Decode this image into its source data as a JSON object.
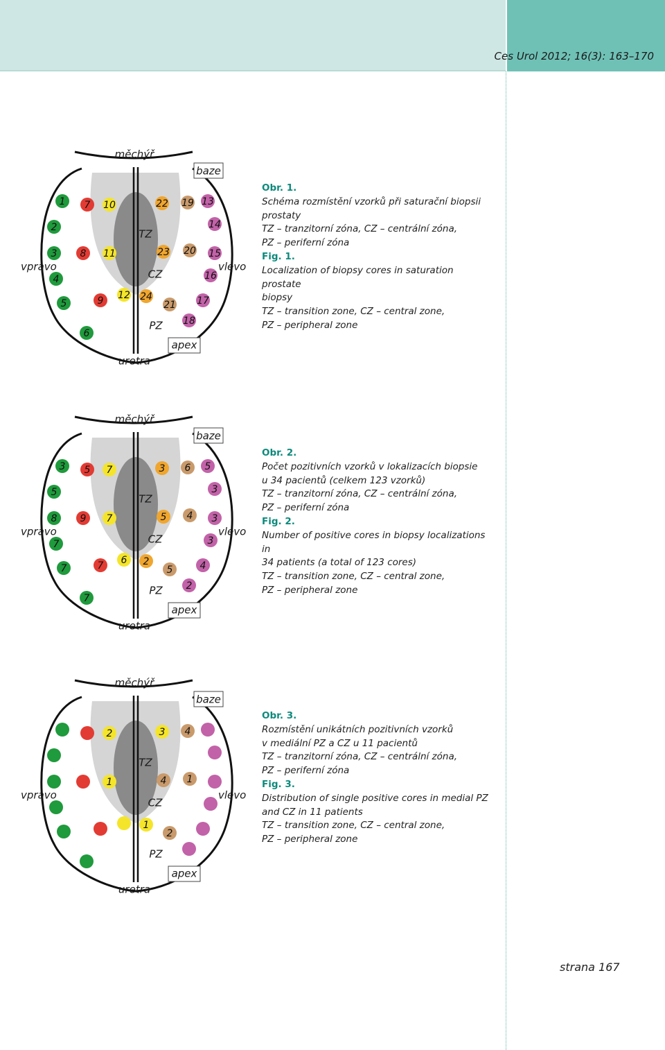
{
  "header": {
    "journal": "Ces Urol 2012; 16(3): 163–170"
  },
  "colors": {
    "green": "#1f9a3c",
    "red": "#e23b33",
    "yellow": "#f5e52a",
    "orange": "#f0a62e",
    "tan": "#c99a6b",
    "pink": "#c262a8",
    "teal": "#0d8a7c"
  },
  "labels": {
    "bladder": "měchýř",
    "base": "baze",
    "right": "vpravo",
    "left": "vlevo",
    "apex": "apex",
    "urethra": "uretra",
    "tz": "TZ",
    "cz": "CZ",
    "pz": "PZ"
  },
  "figures": [
    {
      "title_cz": "Obr. 1.",
      "text_cz": [
        "Schéma rozmístění vzorků při saturační biopsii",
        "prostaty",
        "TZ – tranzitorní zóna, CZ – centrální zóna,",
        "PZ – periferní zóna"
      ],
      "title_en": "Fig. 1.",
      "text_en": [
        "Localization of biopsy cores in saturation prostate",
        "biopsy",
        "TZ – transition zone, CZ – central zone,",
        "PZ – peripheral zone"
      ],
      "dots": [
        "1",
        "2",
        "3",
        "4",
        "5",
        "6",
        "7",
        "8",
        "9",
        "10",
        "11",
        "12",
        "22",
        "23",
        "24",
        "19",
        "20",
        "21",
        "13",
        "14",
        "15",
        "16",
        "17",
        "18"
      ]
    },
    {
      "title_cz": "Obr. 2.",
      "text_cz": [
        "Počet pozitivních vzorků v lokalizacích biopsie",
        "u 34 pacientů (celkem 123 vzorků)",
        "TZ – tranzitorní zóna, CZ – centrální zóna,",
        "PZ – periferní zóna"
      ],
      "title_en": "Fig. 2.",
      "text_en": [
        "Number of positive cores in biopsy localizations in",
        "34 patients (a total of 123 cores)",
        "TZ – transition zone, CZ – central zone,",
        "PZ – peripheral zone"
      ],
      "dots": [
        "3",
        "5",
        "8",
        "7",
        "7",
        "7",
        "5",
        "9",
        "7",
        "7",
        "7",
        "6",
        "3",
        "5",
        "2",
        "6",
        "4",
        "5",
        "5",
        "3",
        "3",
        "3",
        "4",
        "2"
      ]
    },
    {
      "title_cz": "Obr. 3.",
      "text_cz": [
        "Rozmístění unikátních pozitivních vzorků",
        "v mediální PZ a CZ u 11 pacientů",
        "TZ – tranzitorní zóna, CZ – centrální zóna,",
        "PZ – periferní zóna"
      ],
      "title_en": "Fig. 3.",
      "text_en": [
        "Distribution of single positive cores in medial PZ",
        "and CZ in 11 patients",
        "TZ – transition zone, CZ – central zone,",
        "PZ – peripheral zone"
      ],
      "dots": [
        "",
        "",
        "",
        "",
        "",
        "",
        "",
        "",
        "",
        "2",
        "1",
        "",
        "3",
        "4",
        "1",
        "4",
        "1",
        "2",
        "",
        "",
        "",
        "",
        "",
        ""
      ]
    }
  ],
  "page_number": "strana 167"
}
